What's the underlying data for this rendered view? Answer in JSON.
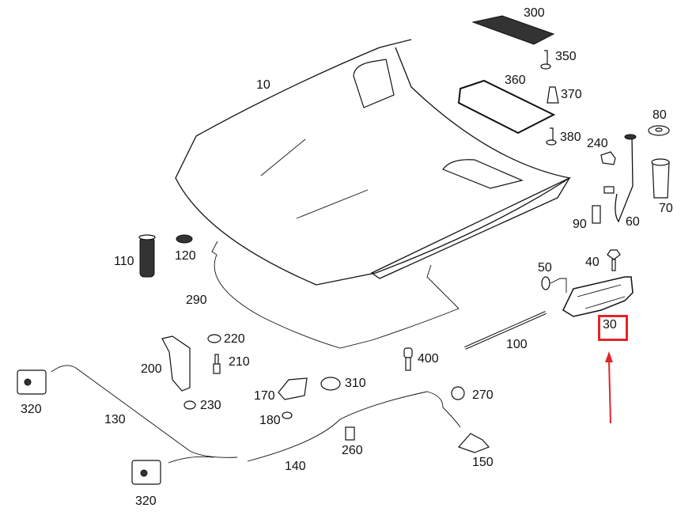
{
  "diagram": {
    "title": "Hood / bonnet assembly exploded parts diagram",
    "accent_color": "#e3242b",
    "highlighted_part": "30",
    "parts": [
      {
        "id": "10",
        "label": "10",
        "desc": "hood panel"
      },
      {
        "id": "30",
        "label": "30",
        "desc": "hood hinge",
        "highlighted": true
      },
      {
        "id": "40",
        "label": "40",
        "desc": "bolt"
      },
      {
        "id": "50",
        "label": "50",
        "desc": "bumper stop"
      },
      {
        "id": "60",
        "label": "60",
        "desc": "washer hose / sensor"
      },
      {
        "id": "70",
        "label": "70",
        "desc": "washer nozzle cover"
      },
      {
        "id": "80",
        "label": "80",
        "desc": "grommet"
      },
      {
        "id": "90",
        "label": "90",
        "desc": "clip"
      },
      {
        "id": "100",
        "label": "100",
        "desc": "gas strut"
      },
      {
        "id": "110",
        "label": "110",
        "desc": "adjusting buffer"
      },
      {
        "id": "120",
        "label": "120",
        "desc": "cap"
      },
      {
        "id": "130",
        "label": "130",
        "desc": "release cable"
      },
      {
        "id": "140",
        "label": "140",
        "desc": "release cable"
      },
      {
        "id": "150",
        "label": "150",
        "desc": "release handle"
      },
      {
        "id": "170",
        "label": "170",
        "desc": "latch striker"
      },
      {
        "id": "180",
        "label": "180",
        "desc": "nut"
      },
      {
        "id": "200",
        "label": "200",
        "desc": "safety catch"
      },
      {
        "id": "210",
        "label": "210",
        "desc": "pin"
      },
      {
        "id": "220",
        "label": "220",
        "desc": "nut"
      },
      {
        "id": "230",
        "label": "230",
        "desc": "nut"
      },
      {
        "id": "240",
        "label": "240",
        "desc": "clip"
      },
      {
        "id": "260",
        "label": "260",
        "desc": "clip"
      },
      {
        "id": "270",
        "label": "270",
        "desc": "plug"
      },
      {
        "id": "290",
        "label": "290",
        "desc": "hood insulation"
      },
      {
        "id": "300",
        "label": "300",
        "desc": "air intake grille"
      },
      {
        "id": "310",
        "label": "310",
        "desc": "clip"
      },
      {
        "id": "320a",
        "label": "320",
        "desc": "hood lock left"
      },
      {
        "id": "320b",
        "label": "320",
        "desc": "hood lock right"
      },
      {
        "id": "350",
        "label": "350",
        "desc": "screw"
      },
      {
        "id": "360",
        "label": "360",
        "desc": "intake frame"
      },
      {
        "id": "370",
        "label": "370",
        "desc": "clip nut"
      },
      {
        "id": "380",
        "label": "380",
        "desc": "screw"
      },
      {
        "id": "400",
        "label": "400",
        "desc": "rubber buffer"
      }
    ]
  }
}
